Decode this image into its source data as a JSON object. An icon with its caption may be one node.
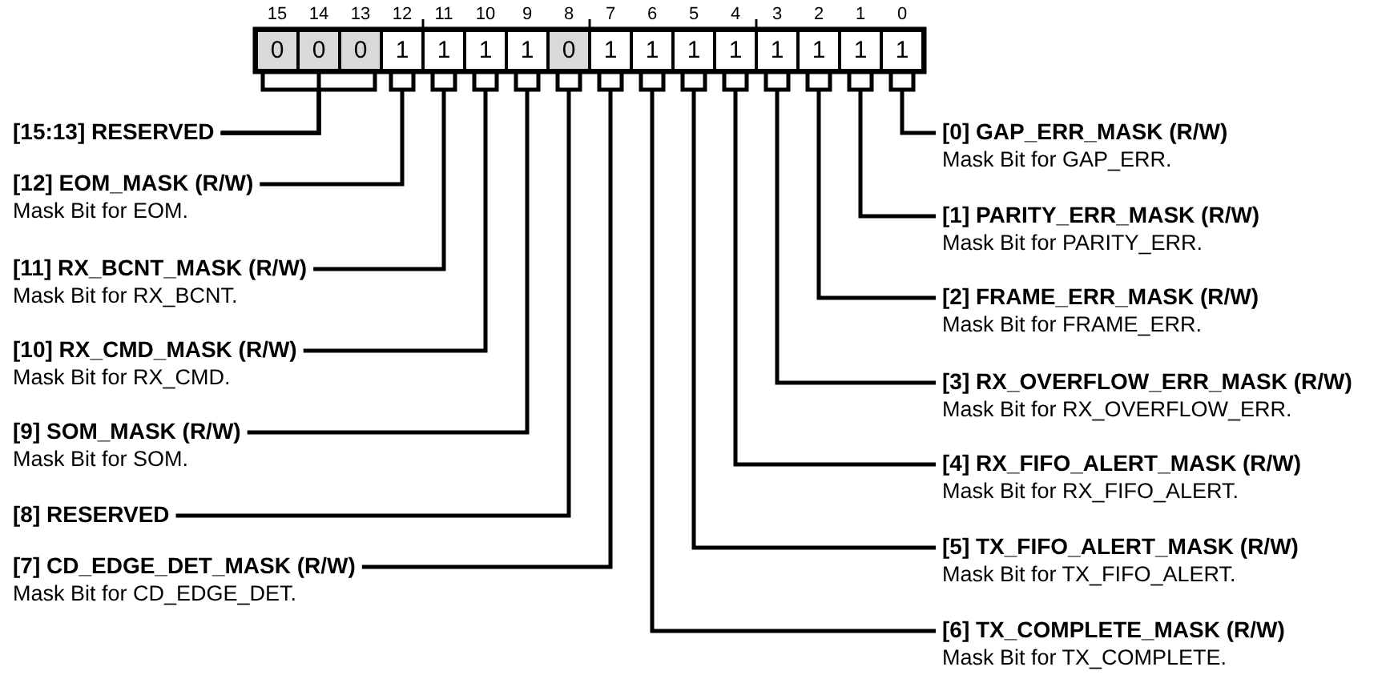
{
  "diagram": {
    "nodes": [
      {
        "text": [
          "0"
        ],
        "beside": [
          "15"
        ]
      },
      {
        "text": [
          "0"
        ],
        "beside": [
          "14"
        ]
      },
      {
        "text": [
          "0"
        ],
        "beside": [
          "13"
        ]
      },
      {
        "text": [
          "1"
        ],
        "beside": [
          "12"
        ]
      },
      {
        "text": [
          "1"
        ],
        "beside": [
          "11"
        ]
      },
      {
        "text": [
          "1"
        ],
        "beside": [
          "10"
        ]
      },
      {
        "text": [
          "1"
        ],
        "beside": [
          "9"
        ]
      },
      {
        "text": [
          "0"
        ],
        "beside": [
          "8"
        ]
      },
      {
        "text": [
          "1"
        ],
        "beside": [
          "7"
        ]
      },
      {
        "text": [
          "1"
        ],
        "beside": [
          "6"
        ]
      },
      {
        "text": [
          "1"
        ],
        "beside": [
          "5"
        ]
      },
      {
        "text": [
          "1"
        ],
        "beside": [
          "4"
        ]
      },
      {
        "text": [
          "1"
        ],
        "beside": [
          "3"
        ]
      },
      {
        "text": [
          "1"
        ],
        "beside": [
          "2"
        ]
      },
      {
        "text": [
          "1"
        ],
        "beside": [
          "1"
        ]
      },
      {
        "text": [
          "1"
        ],
        "beside": [
          "0"
        ]
      },
      {
        "text": [
          "[15:13] RESERVED"
        ]
      },
      {
        "text": [
          "[12] EOM_MASK (R/W)",
          "Mask Bit for EOM."
        ]
      },
      {
        "text": [
          "[11] RX_BCNT_MASK (R/W)",
          "Mask Bit for RX_BCNT."
        ]
      },
      {
        "text": [
          "[10] RX_CMD_MASK (R/W)",
          "Mask Bit for RX_CMD."
        ]
      },
      {
        "text": [
          "[9] SOM_MASK (R/W)",
          "Mask Bit for SOM."
        ]
      },
      {
        "text": [
          "[8] RESERVED"
        ]
      },
      {
        "text": [
          "[7] CD_EDGE_DET_MASK (R/W)",
          "Mask Bit for CD_EDGE_DET."
        ]
      },
      {
        "text": [
          "[0] GAP_ERR_MASK (R/W)",
          "Mask Bit for GAP_ERR."
        ]
      },
      {
        "text": [
          "[1] PARITY_ERR_MASK (R/W)",
          "Mask Bit for PARITY_ERR."
        ]
      },
      {
        "text": [
          "[2] FRAME_ERR_MASK (R/W)",
          "Mask Bit for FRAME_ERR."
        ]
      },
      {
        "text": [
          "[3] RX_OVERFLOW_ERR_MASK (R/W)",
          "Mask Bit for RX_OVERFLOW_ERR."
        ]
      },
      {
        "text": [
          "[4] RX_FIFO_ALERT_MASK (R/W)",
          "Mask Bit for RX_FIFO_ALERT."
        ]
      },
      {
        "text": [
          "[5] TX_FIFO_ALERT_MASK (R/W)",
          "Mask Bit for TX_FIFO_ALERT."
        ]
      },
      {
        "text": [
          "[6] TX_COMPLETE_MASK (R/W)",
          "Mask Bit for TX_COMPLETE."
        ]
      }
    ],
    "edges": [
      {
        "from": 16,
        "to": 0,
        "arrow": "none"
      },
      {
        "from": 16,
        "to": 1,
        "arrow": "none"
      },
      {
        "from": 16,
        "to": 2,
        "arrow": "none"
      },
      {
        "from": 17,
        "to": 3,
        "arrow": "none"
      },
      {
        "from": 18,
        "to": 4,
        "arrow": "none"
      },
      {
        "from": 19,
        "to": 5,
        "arrow": "none"
      },
      {
        "from": 20,
        "to": 6,
        "arrow": "none"
      },
      {
        "from": 21,
        "to": 7,
        "arrow": "none"
      },
      {
        "from": 22,
        "to": 8,
        "arrow": "none"
      },
      {
        "from": 23,
        "to": 15,
        "arrow": "none"
      },
      {
        "from": 24,
        "to": 14,
        "arrow": "none"
      },
      {
        "from": 25,
        "to": 13,
        "arrow": "none"
      },
      {
        "from": 26,
        "to": 12,
        "arrow": "none"
      },
      {
        "from": 27,
        "to": 11,
        "arrow": "none"
      },
      {
        "from": 28,
        "to": 10,
        "arrow": "none"
      },
      {
        "from": 29,
        "to": 9,
        "arrow": "none"
      }
    ]
  }
}
